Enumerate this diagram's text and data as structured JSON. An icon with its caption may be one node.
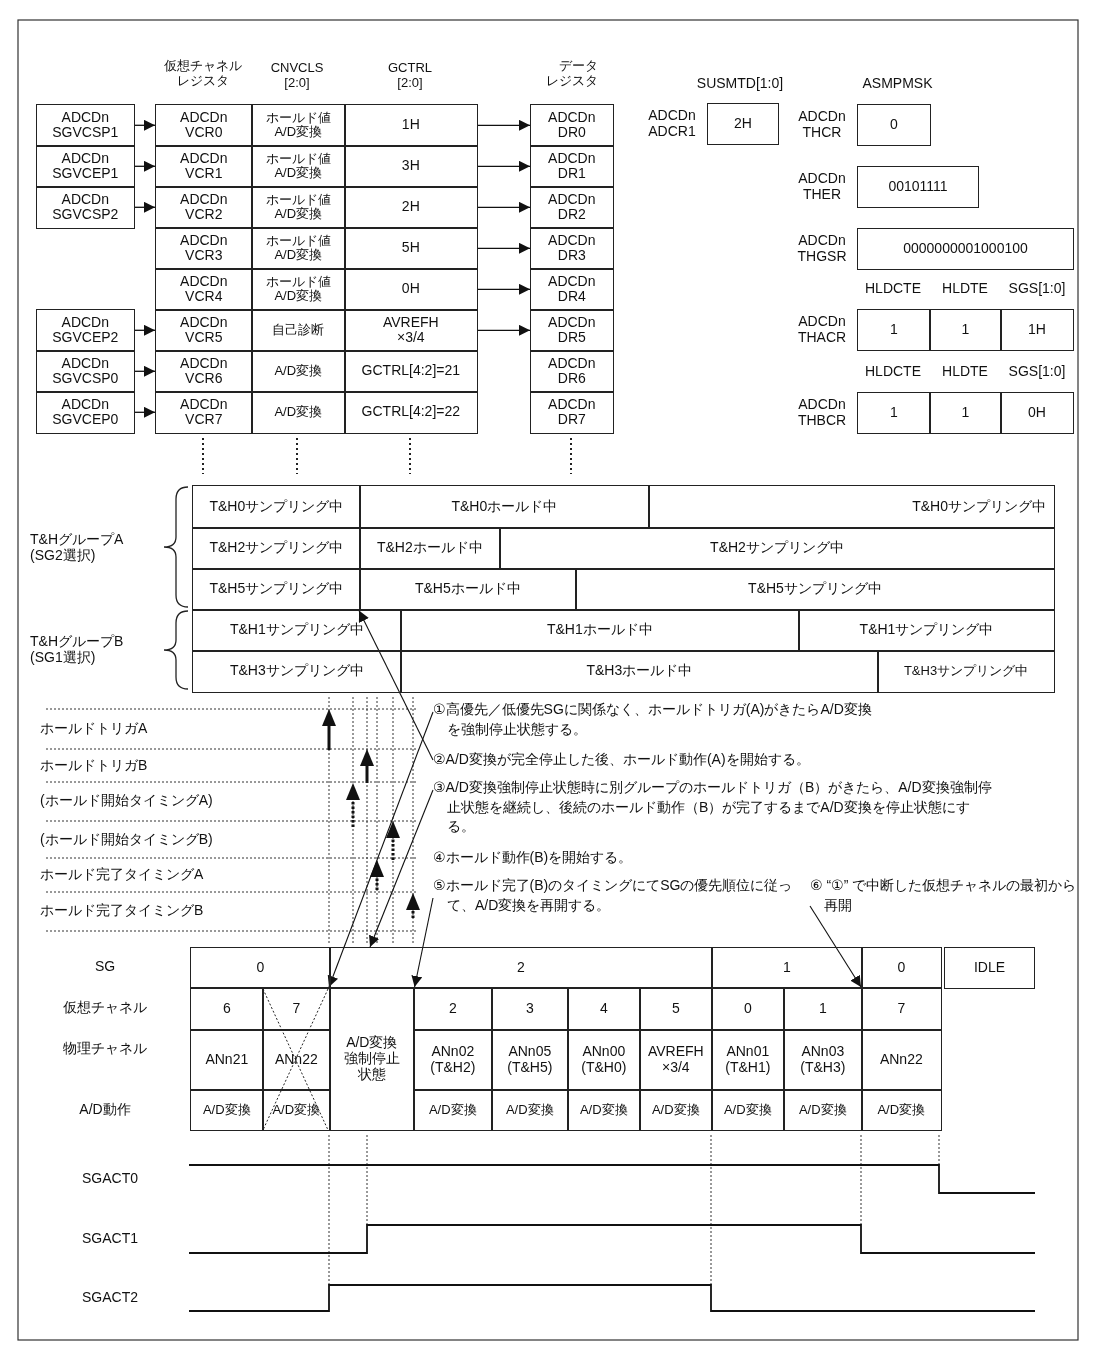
{
  "diagram": {
    "nodes": [
      {
        "text": [
          "ADCDn SGVCSP1"
        ]
      },
      {
        "text": [
          "ADCDn SGVCEP1"
        ]
      },
      {
        "text": [
          "ADCDn SGVCSP2"
        ]
      },
      {
        "text": [
          "ADCDn SGVCEP2"
        ]
      },
      {
        "text": [
          "ADCDn SGVCSP0"
        ]
      },
      {
        "text": [
          "ADCDn SGVCEP0"
        ]
      },
      {
        "text": [
          "ADCDn VCR0"
        ]
      },
      {
        "text": [
          "ホールド値 A/D変換"
        ]
      },
      {
        "text": [
          "1H"
        ]
      },
      {
        "text": [
          "ADCDn VCR1"
        ]
      },
      {
        "text": [
          "ホールド値 A/D変換"
        ]
      },
      {
        "text": [
          "3H"
        ]
      },
      {
        "text": [
          "ADCDn VCR2"
        ]
      },
      {
        "text": [
          "ホールド値 A/D変換"
        ]
      },
      {
        "text": [
          "2H"
        ]
      },
      {
        "text": [
          "ADCDn VCR3"
        ]
      },
      {
        "text": [
          "ホールド値 A/D変換"
        ]
      },
      {
        "text": [
          "5H"
        ]
      },
      {
        "text": [
          "ADCDn VCR4"
        ]
      },
      {
        "text": [
          "ホールド値 A/D変換"
        ]
      },
      {
        "text": [
          "0H"
        ]
      },
      {
        "text": [
          "ADCDn VCR5"
        ]
      },
      {
        "text": [
          "自己診断"
        ]
      },
      {
        "text": [
          "AVREFH ×3/4"
        ]
      },
      {
        "text": [
          "ADCDn VCR6"
        ]
      },
      {
        "text": [
          "A/D変換"
        ]
      },
      {
        "text": [
          "GCTRL[4:2]=21"
        ]
      },
      {
        "text": [
          "ADCDn VCR7"
        ]
      },
      {
        "text": [
          "A/D変換"
        ]
      },
      {
        "text": [
          "GCTRL[4:2]=22"
        ]
      },
      {
        "text": [
          "ADCDn DR0"
        ]
      },
      {
        "text": [
          "ADCDn DR1"
        ]
      },
      {
        "text": [
          "ADCDn DR2"
        ]
      },
      {
        "text": [
          "ADCDn DR3"
        ]
      },
      {
        "text": [
          "ADCDn DR4"
        ]
      },
      {
        "text": [
          "ADCDn DR5"
        ]
      },
      {
        "text": [
          "ADCDn DR6"
        ]
      },
      {
        "text": [
          "ADCDn DR7"
        ]
      },
      {
        "text": [
          "2H"
        ],
        "beside": [
          "ADCDn ADCR1"
        ]
      },
      {
        "text": [
          "0"
        ],
        "beside": [
          "ADCDn THCR"
        ]
      },
      {
        "text": [
          "00101111"
        ],
        "beside": [
          "ADCDn THER"
        ]
      },
      {
        "text": [
          "0000000001000100"
        ],
        "beside": [
          "ADCDn THGSR"
        ]
      },
      {
        "text": [
          "1"
        ],
        "beside": [
          "ADCDn THACR"
        ]
      },
      {
        "text": [
          "1"
        ]
      },
      {
        "text": [
          "1H"
        ]
      },
      {
        "text": [
          "1"
        ],
        "beside": [
          "ADCDn THBCR"
        ]
      },
      {
        "text": [
          "1"
        ]
      },
      {
        "text": [
          "0H"
        ]
      },
      {
        "text": [
          "T&H0サンプリング中"
        ]
      },
      {
        "text": [
          "T&H0ホールド中"
        ]
      },
      {
        "text": [
          "T&H0サンプリング中"
        ]
      },
      {
        "text": [
          "T&H2サンプリング中"
        ]
      },
      {
        "text": [
          "T&H2ホールド中"
        ]
      },
      {
        "text": [
          "T&H2サンプリング中"
        ]
      },
      {
        "text": [
          "T&H5サンプリング中"
        ]
      },
      {
        "text": [
          "T&H5ホールド中"
        ]
      },
      {
        "text": [
          "T&H5サンプリング中"
        ]
      },
      {
        "text": [
          "T&H1サンプリング中"
        ]
      },
      {
        "text": [
          "T&H1ホールド中"
        ]
      },
      {
        "text": [
          "T&H1サンプリング中"
        ]
      },
      {
        "text": [
          "T&H3サンプリング中"
        ]
      },
      {
        "text": [
          "T&H3ホールド中"
        ]
      },
      {
        "text": [
          "T&H3サンプリング中"
        ]
      },
      {
        "text": [
          "①高優先／低優先SGに関係なく、ホールドトリガ(A)がきたらA/D変換を強制停止状態する。"
        ]
      },
      {
        "text": [
          "②A/D変換が完全停止した後、ホールド動作(A)を開始する。"
        ]
      },
      {
        "text": [
          "③A/D変換強制停止状態時に別グループのホールドトリガ（B）がきたら、A/D変換強制停止状態を継続し、後続のホールド動作（B）が完了するまでA/D変換を停止状態にする。"
        ]
      },
      {
        "text": [
          "④ホールド動作(B)を開始する。"
        ]
      },
      {
        "text": [
          "⑤ホールド完了(B)のタイミングにてSGの優先順位に従って、A/D変換を再開する。"
        ]
      },
      {
        "text": [
          "⑥ “①” で中断した仮想チャネルの最初から再開"
        ]
      },
      {
        "text": [
          "0"
        ]
      },
      {
        "text": [
          "2"
        ]
      },
      {
        "text": [
          "1"
        ]
      },
      {
        "text": [
          "0"
        ]
      },
      {
        "text": [
          "IDLE"
        ]
      },
      {
        "text": [
          "6"
        ]
      },
      {
        "text": [
          "7"
        ]
      },
      {
        "text": [
          "A/D変換強制停止状態"
        ]
      },
      {
        "text": [
          "2"
        ]
      },
      {
        "text": [
          "3"
        ]
      },
      {
        "text": [
          "4"
        ]
      },
      {
        "text": [
          "5"
        ]
      },
      {
        "text": [
          "0"
        ]
      },
      {
        "text": [
          "1"
        ]
      },
      {
        "text": [
          "7"
        ]
      },
      {
        "text": [
          "ANn21"
        ]
      },
      {
        "text": [
          "ANn22"
        ]
      },
      {
        "text": [
          "ANn02 (T&H2)"
        ]
      },
      {
        "text": [
          "ANn05 (T&H5)"
        ]
      },
      {
        "text": [
          "ANn00 (T&H0)"
        ]
      },
      {
        "text": [
          "AVREFH ×3/4"
        ]
      },
      {
        "text": [
          "ANn01 (T&H1)"
        ]
      },
      {
        "text": [
          "ANn03 (T&H3)"
        ]
      },
      {
        "text": [
          "ANn22"
        ]
      },
      {
        "text": [
          "A/D変換"
        ]
      },
      {
        "text": [
          "A/D変換"
        ]
      },
      {
        "text": [
          "A/D変換"
        ]
      },
      {
        "text": [
          "A/D変換"
        ]
      },
      {
        "text": [
          "A/D変換"
        ]
      },
      {
        "text": [
          "A/D変換"
        ]
      },
      {
        "text": [
          "A/D変換"
        ]
      },
      {
        "text": [
          "A/D変換"
        ]
      },
      {
        "text": [
          "A/D変換"
        ]
      }
    ],
    "edges": [
      {
        "from": 0,
        "to": 6,
        "arrow": "to"
      },
      {
        "from": 1,
        "to": 9,
        "arrow": "to"
      },
      {
        "from": 2,
        "to": 12,
        "arrow": "to"
      },
      {
        "from": 3,
        "to": 21,
        "arrow": "to"
      },
      {
        "from": 4,
        "to": 24,
        "arrow": "to"
      },
      {
        "from": 5,
        "to": 27,
        "arrow": "to"
      },
      {
        "from": 8,
        "to": 30,
        "arrow": "to"
      },
      {
        "from": 11,
        "to": 31,
        "arrow": "to"
      },
      {
        "from": 14,
        "to": 32,
        "arrow": "to"
      },
      {
        "from": 17,
        "to": 33,
        "arrow": "to"
      },
      {
        "from": 20,
        "to": 34,
        "arrow": "to"
      },
      {
        "from": 23,
        "to": 35,
        "arrow": "to"
      },
      {
        "from": 63,
        "to": 76,
        "arrow": "to"
      },
      {
        "from": 64,
        "to": 55,
        "arrow": "to"
      },
      {
        "from": 65,
        "to": 70,
        "arrow": "to"
      },
      {
        "from": 67,
        "to": 76,
        "arrow": "to"
      },
      {
        "from": 68,
        "to": 83,
        "arrow": "to"
      }
    ],
    "labels": [
      "仮想チャネルレジスタ",
      "CNVCLS [2:0]",
      "GCTRL [2:0]",
      "データレジスタ",
      "SUSMTD[1:0]",
      "ASMPMSK",
      "HLDCTE",
      "HLDTE",
      "SGS[1:0]",
      "HLDCTE",
      "HLDTE",
      "SGS[1:0]",
      "T&HグループA (SG2選択)",
      "T&HグループB (SG1選択)",
      "ホールドトリガA",
      "ホールドトリガB",
      "(ホールド開始タイミングA)",
      "(ホールド開始タイミングB)",
      "ホールド完了タイミングA",
      "ホールド完了タイミングB",
      "SG",
      "仮想チャネル",
      "物理チャネル",
      "A/D動作",
      "SGACT0",
      "SGACT1",
      "SGACT2"
    ]
  }
}
